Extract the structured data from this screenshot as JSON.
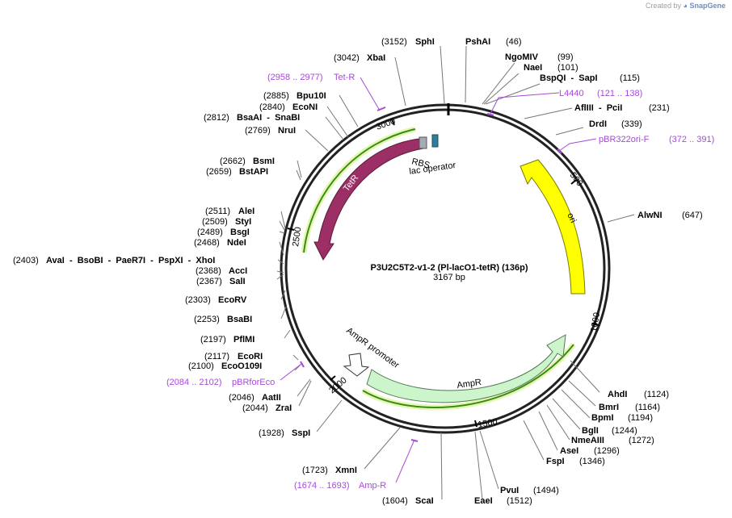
{
  "header": {
    "credit_prefix": "Created by",
    "brand": "SnapGene"
  },
  "plasmid": {
    "name": "P3U2C5T2-v1-2 (Pl-lacO1-tetR) (136p)",
    "length_label": "3167 bp",
    "length": 3167
  },
  "ticks": [
    "500",
    "1000",
    "1500",
    "2000",
    "2500",
    "3000"
  ],
  "sites": [
    {
      "pos": "(3152)",
      "name": "SphI"
    },
    {
      "pos": "(46)",
      "name": "PshAI"
    },
    {
      "pos": "(99)",
      "name": "NgoMIV"
    },
    {
      "pos": "(101)",
      "name": "NaeI"
    },
    {
      "pos": "(115)",
      "name": "BspQI  -  SapI"
    },
    {
      "pos": "(231)",
      "name": "AflIII  -  PciI"
    },
    {
      "pos": "(339)",
      "name": "DrdI"
    },
    {
      "pos": "(647)",
      "name": "AlwNI"
    },
    {
      "pos": "(1124)",
      "name": "AhdI"
    },
    {
      "pos": "(1164)",
      "name": "BmrI"
    },
    {
      "pos": "(1194)",
      "name": "BpmI"
    },
    {
      "pos": "(1244)",
      "name": "BglI"
    },
    {
      "pos": "(1272)",
      "name": "NmeAIII"
    },
    {
      "pos": "(1296)",
      "name": "AseI"
    },
    {
      "pos": "(1346)",
      "name": "FspI"
    },
    {
      "pos": "(1494)",
      "name": "PvuI"
    },
    {
      "pos": "(1512)",
      "name": "EaeI"
    },
    {
      "pos": "(1604)",
      "name": "ScaI"
    },
    {
      "pos": "(1723)",
      "name": "XmnI"
    },
    {
      "pos": "(1928)",
      "name": "SspI"
    },
    {
      "pos": "(2044)",
      "name": "ZraI"
    },
    {
      "pos": "(2046)",
      "name": "AatII"
    },
    {
      "pos": "(2100)",
      "name": "EcoO109I"
    },
    {
      "pos": "(2117)",
      "name": "EcoRI"
    },
    {
      "pos": "(2197)",
      "name": "PflMI"
    },
    {
      "pos": "(2253)",
      "name": "BsaBI"
    },
    {
      "pos": "(2303)",
      "name": "EcoRV"
    },
    {
      "pos": "(2367)",
      "name": "SalI"
    },
    {
      "pos": "(2368)",
      "name": "AccI"
    },
    {
      "pos": "(2403)",
      "name": "AvaI  -  BsoBI  -  PaeR7I  -  PspXI  -  XhoI"
    },
    {
      "pos": "(2468)",
      "name": "NdeI"
    },
    {
      "pos": "(2489)",
      "name": "BsgI"
    },
    {
      "pos": "(2509)",
      "name": "StyI"
    },
    {
      "pos": "(2511)",
      "name": "AleI"
    },
    {
      "pos": "(2659)",
      "name": "BstAPI"
    },
    {
      "pos": "(2662)",
      "name": "BsmI"
    },
    {
      "pos": "(2769)",
      "name": "NruI"
    },
    {
      "pos": "(2812)",
      "name": "BsaAI  -  SnaBI"
    },
    {
      "pos": "(2840)",
      "name": "EcoNI"
    },
    {
      "pos": "(2885)",
      "name": "Bpu10I"
    },
    {
      "pos": "(3042)",
      "name": "XbaI"
    }
  ],
  "primers": [
    {
      "range": "(2958 .. 2977)",
      "name": "Tet-R"
    },
    {
      "range": "(121 .. 138)",
      "name": "L4440"
    },
    {
      "range": "(372 .. 391)",
      "name": "pBR322ori-F"
    },
    {
      "range": "(2084 .. 2102)",
      "name": "pBRforEco"
    },
    {
      "range": "(1674 .. 1693)",
      "name": "Amp-R"
    }
  ],
  "features": {
    "tetr": "TetR",
    "ori": "ori",
    "ampr": "AmpR",
    "ampr_promoter": "AmpR promoter",
    "rbs": "RBS",
    "lac_operator": "lac operator"
  },
  "colors": {
    "tetr": "#9b2f66",
    "ori": "#ffff00",
    "ampr": "#ccf5cc",
    "primer": "#a64ad9",
    "rbs": "#9aa0a6",
    "lac_operator": "#2f7f9a",
    "highlight": "#c8ef6a"
  }
}
